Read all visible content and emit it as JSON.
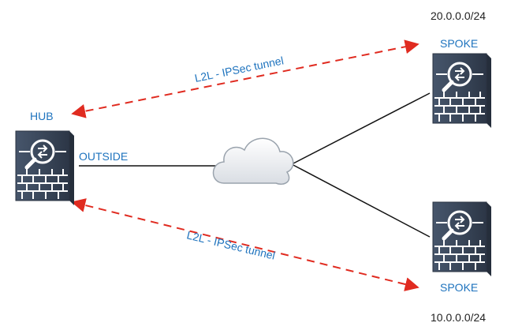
{
  "nodes": {
    "hub": {
      "label": "HUB",
      "icon": "firewall-icon"
    },
    "spoke_top": {
      "label": "SPOKE",
      "subnet": "20.0.0.0/24",
      "icon": "firewall-icon"
    },
    "spoke_bottom": {
      "label": "SPOKE",
      "subnet": "10.0.0.0/24",
      "icon": "firewall-icon"
    },
    "internet": {
      "icon": "cloud-icon"
    }
  },
  "links": {
    "outside_label": "OUTSIDE",
    "tunnel_top_label": "L2L - IPSec tunnel",
    "tunnel_bottom_label": "L2L - IPSec tunnel"
  },
  "colors": {
    "label_blue": "#1e73be",
    "tunnel_red": "#e02b20",
    "device_dark": "#3c4a5e"
  }
}
